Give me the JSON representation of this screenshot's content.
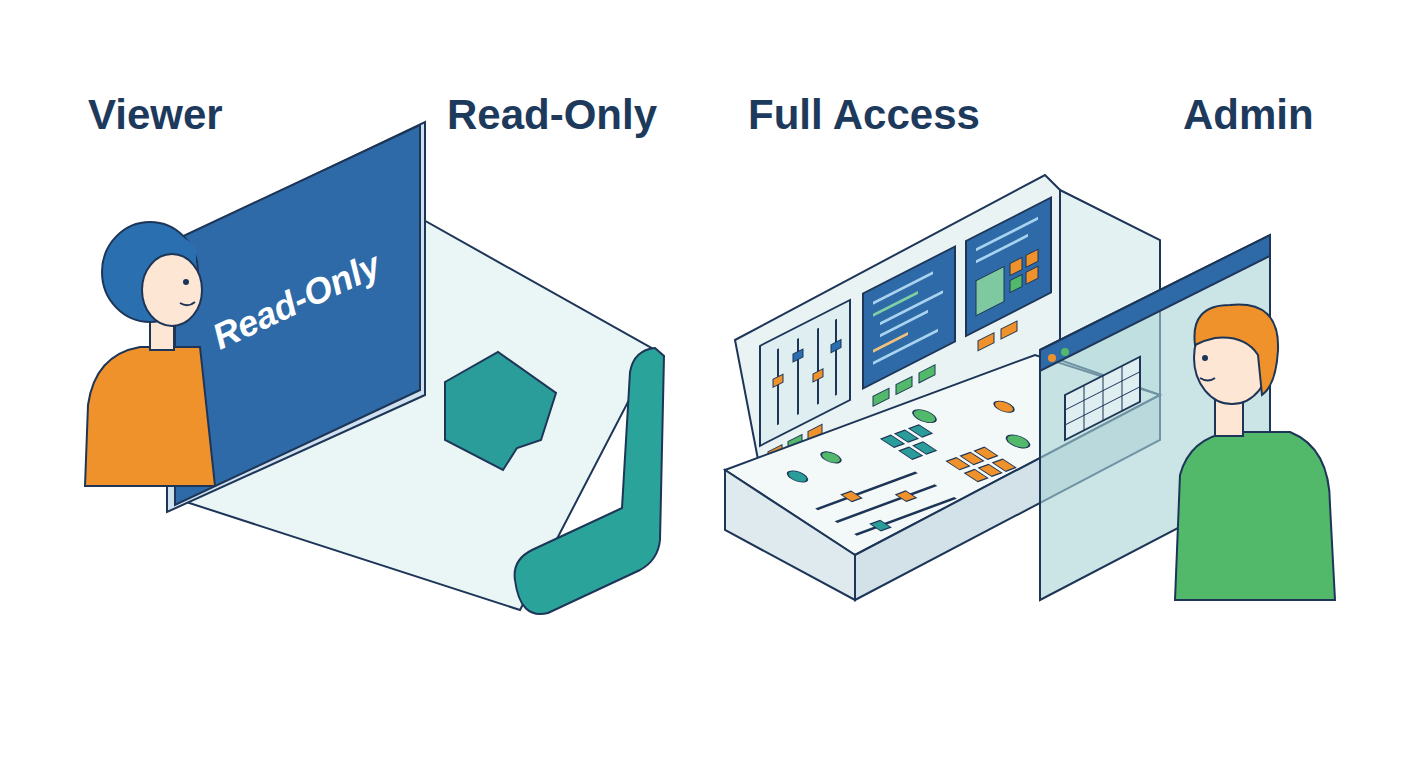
{
  "diagram": {
    "nodes": [
      {
        "text": [
          "Read-Only"
        ]
      }
    ],
    "labels": [
      "Viewer",
      "Read-Only",
      "Full Access",
      "Admin"
    ]
  }
}
